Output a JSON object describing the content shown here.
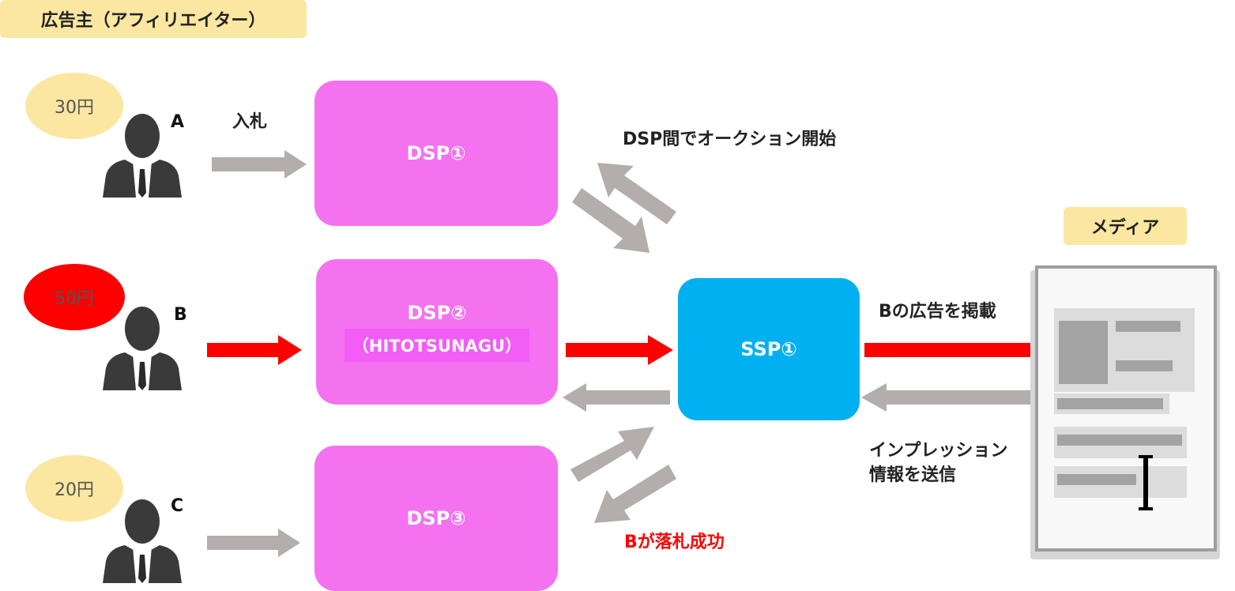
{
  "advertiser_tag": "広告主（アフィリエイター）",
  "media_tag": "メディア",
  "advertisers": [
    {
      "letter": "A",
      "bid": "30円",
      "bid_color": "#fbe7a1"
    },
    {
      "letter": "B",
      "bid": "50円",
      "bid_color": "#ff0000"
    },
    {
      "letter": "C",
      "bid": "20円",
      "bid_color": "#fbe7a1"
    }
  ],
  "bid_label": "入札",
  "dsp1": {
    "label": "DSP①"
  },
  "dsp2": {
    "label": "DSP②",
    "sublabel": "（HITOTSUNAGU）"
  },
  "dsp3": {
    "label": "DSP③"
  },
  "ssp": {
    "label": "SSP①"
  },
  "auction_label": "DSP間でオークション開始",
  "publish_label": "Bの広告を掲載",
  "impression_label_1": "インプレッション",
  "impression_label_2": "情報を送信",
  "win_label": "Bが落札成功",
  "colors": {
    "dsp": "#f472f0",
    "ssp": "#00b0f0",
    "red_arrow": "#ff0000",
    "gray_arrow": "#b3adab",
    "tag": "#fbe7a1"
  }
}
